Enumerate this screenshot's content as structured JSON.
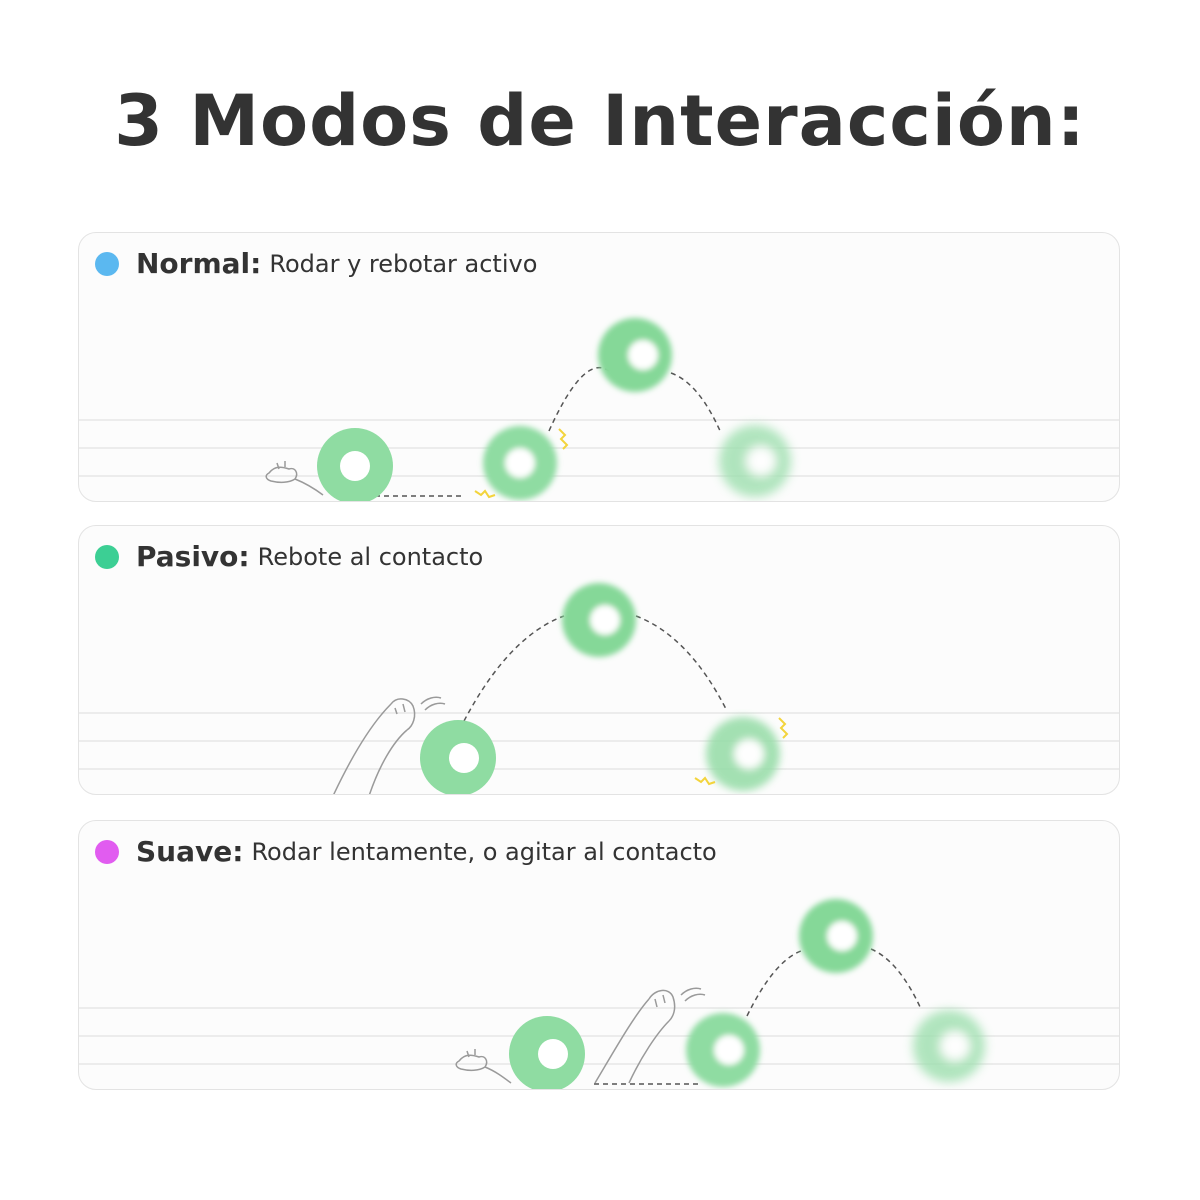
{
  "title": "3 Modos de Interacción:",
  "colors": {
    "ball": "#8fdca2",
    "ball_dark": "#72cf8c",
    "dash": "#555555",
    "line": "#e6e6e6",
    "spark": "#f3d43c"
  },
  "modes": [
    {
      "name": "Normal:",
      "description": "Rodar y rebotar activo",
      "dot_color": "#5bb8f0"
    },
    {
      "name": "Pasivo:",
      "description": "Rebote al contacto",
      "dot_color": "#3ccf94"
    },
    {
      "name": "Suave:",
      "description": "Rodar lentamente, o agitar al contacto",
      "dot_color": "#e15cf0"
    }
  ]
}
